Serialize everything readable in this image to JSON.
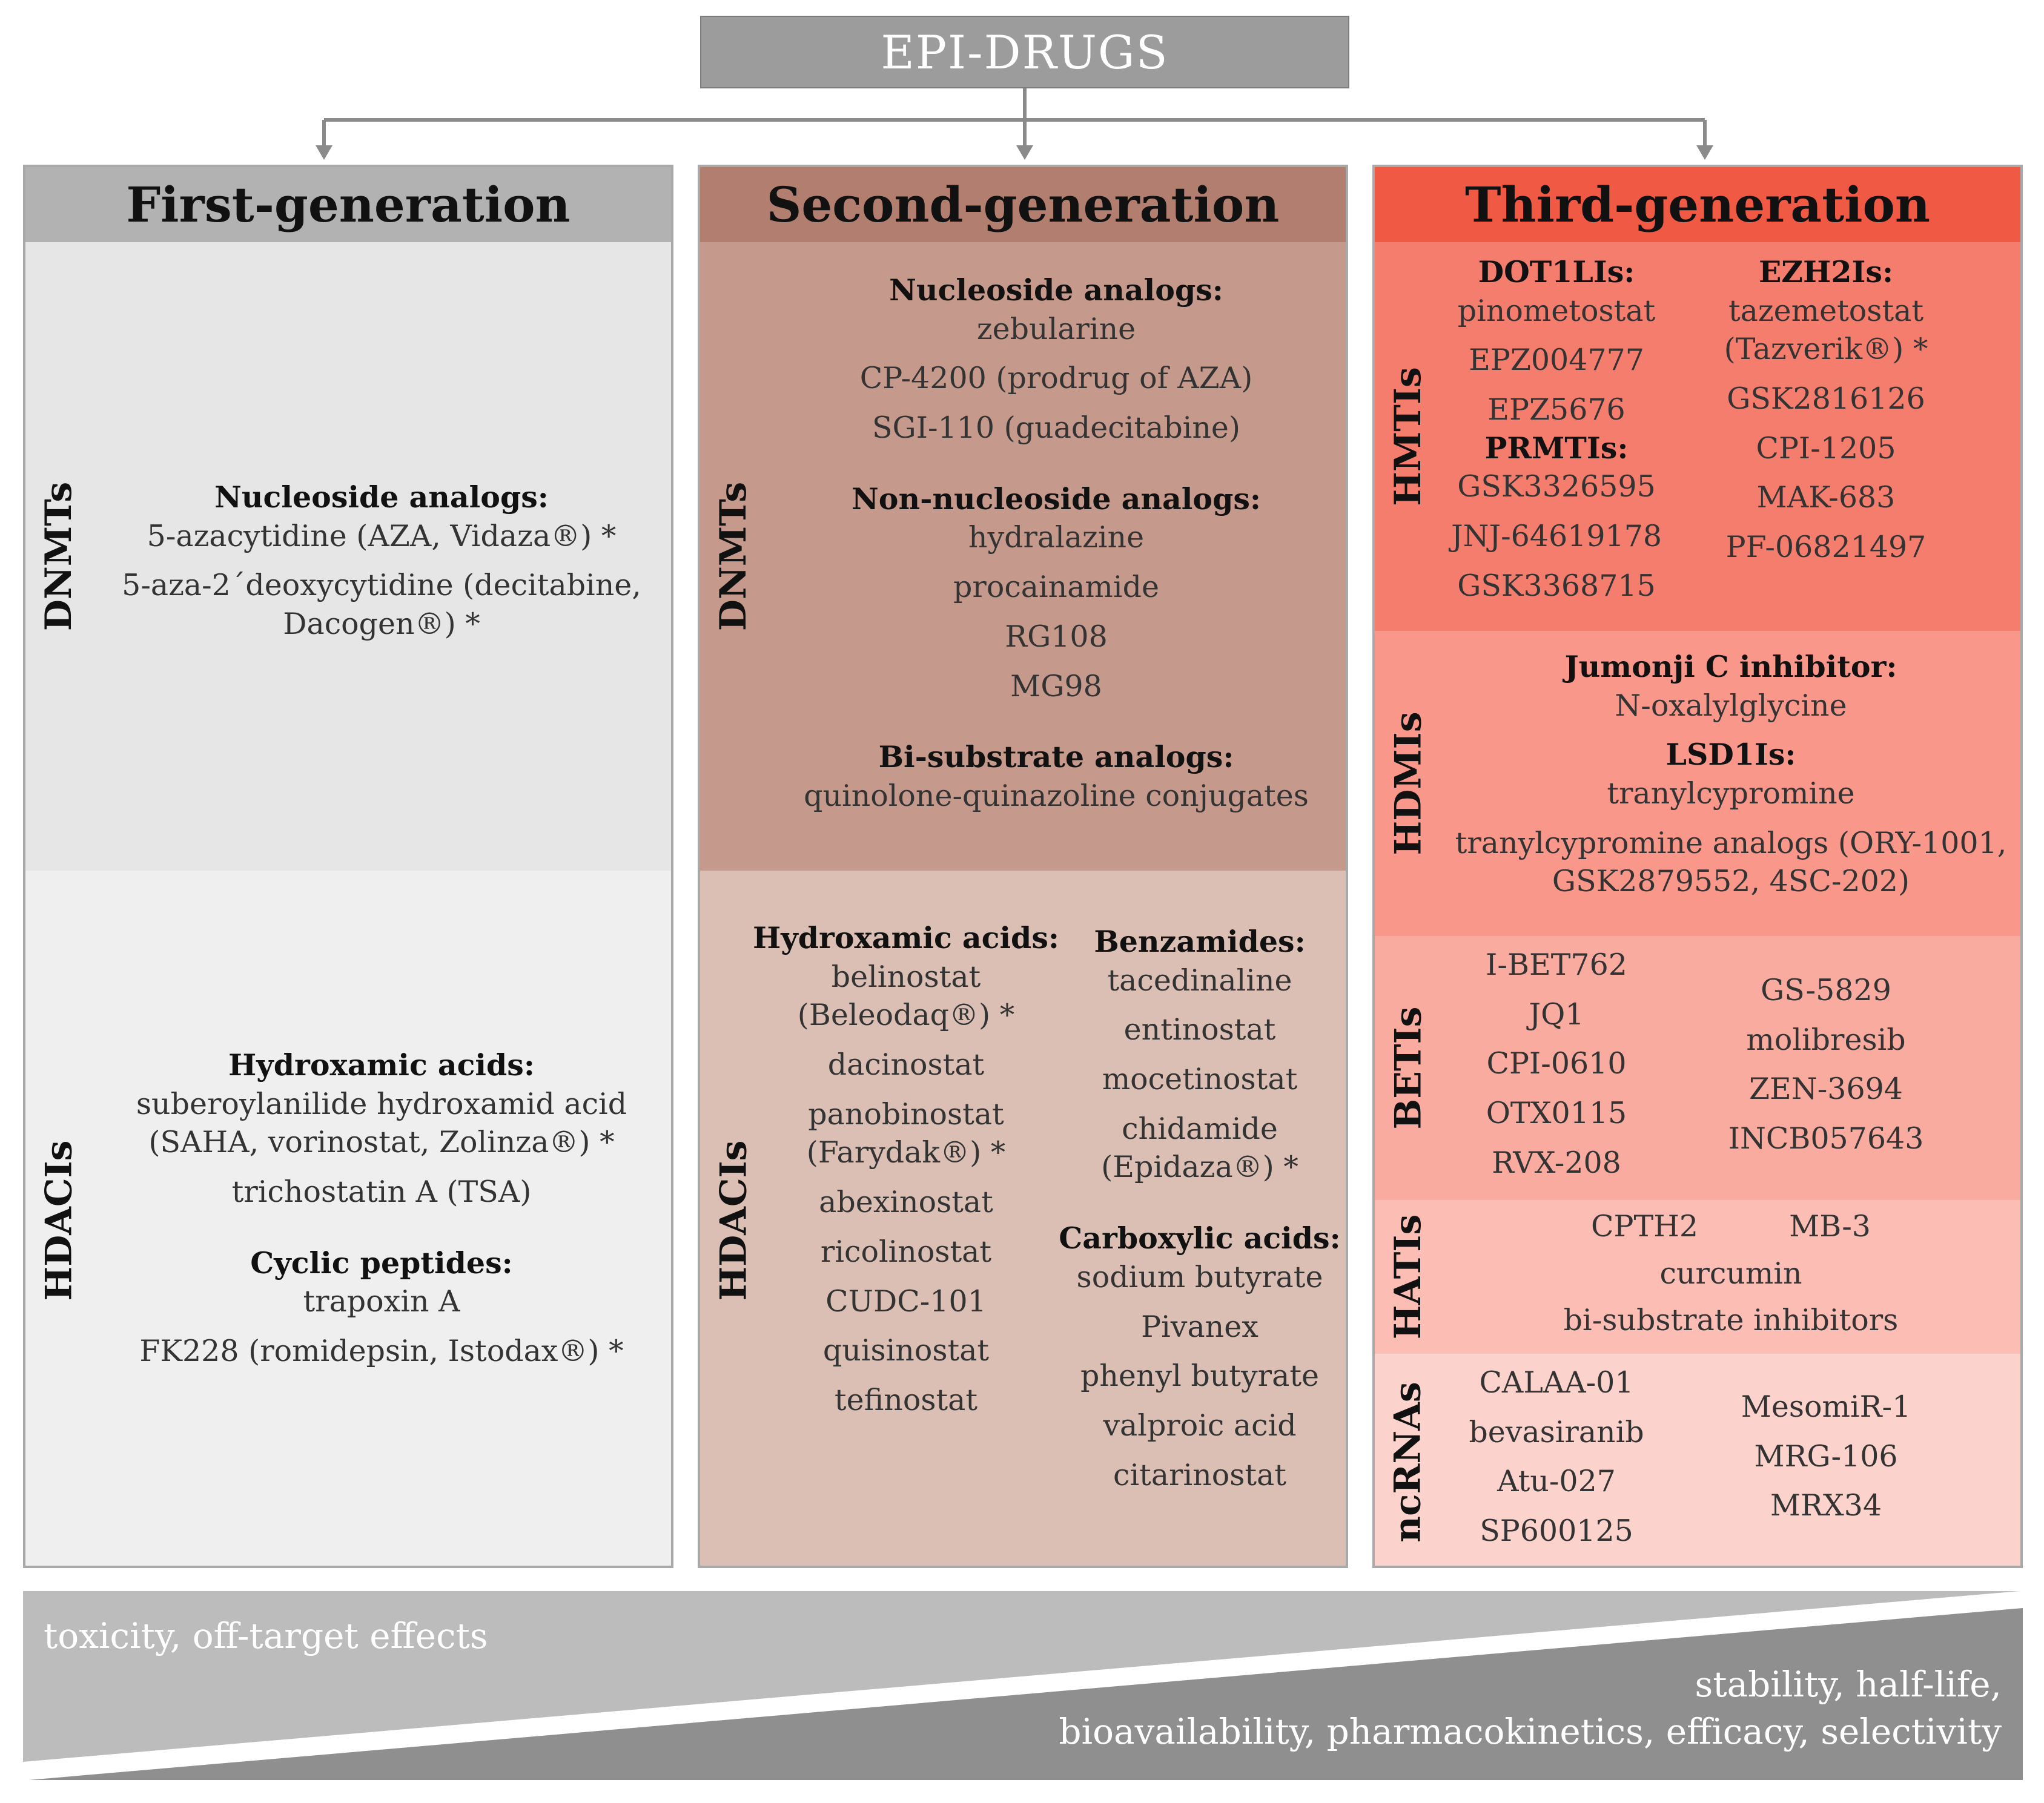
{
  "title": "EPI-DRUGS",
  "generations": {
    "first": {
      "title": "First-generation",
      "dnmt": {
        "label": "DNMTs",
        "lines": [
          {
            "t": "Nucleoside analogs:",
            "b": 1
          },
          {
            "t": "5-azacytidine (AZA, Vidaza®) *"
          },
          {
            "gap": 1
          },
          {
            "t": "5-aza-2´deoxycytidine (decitabine,"
          },
          {
            "t": "Dacogen®) *"
          }
        ]
      },
      "hdac": {
        "label": "HDACIs",
        "lines": [
          {
            "t": "Hydroxamic acids:",
            "b": 1
          },
          {
            "t": "suberoylanilide hydroxamid acid"
          },
          {
            "t": "(SAHA, vorinostat, Zolinza®) *"
          },
          {
            "gap": 1
          },
          {
            "t": "trichostatin A (TSA)"
          },
          {
            "gap": 2
          },
          {
            "t": "Cyclic peptides:",
            "b": 1
          },
          {
            "t": "trapoxin A"
          },
          {
            "gap": 1
          },
          {
            "t": "FK228 (romidepsin, Istodax®) *"
          }
        ]
      }
    },
    "second": {
      "title": "Second-generation",
      "dnmt": {
        "label": "DNMTs",
        "lines": [
          {
            "t": "Nucleoside analogs:",
            "b": 1
          },
          {
            "t": "zebularine"
          },
          {
            "gap": 1
          },
          {
            "t": "CP-4200 (prodrug of AZA)"
          },
          {
            "gap": 1
          },
          {
            "t": "SGI-110 (guadecitabine)"
          },
          {
            "gap": 2
          },
          {
            "t": "Non-nucleoside analogs:",
            "b": 1
          },
          {
            "t": "hydralazine"
          },
          {
            "gap": 1
          },
          {
            "t": "procainamide"
          },
          {
            "gap": 1
          },
          {
            "t": "RG108"
          },
          {
            "gap": 1
          },
          {
            "t": "MG98"
          },
          {
            "gap": 2
          },
          {
            "t": "Bi-substrate analogs:",
            "b": 1
          },
          {
            "t": "quinolone-quinazoline conjugates"
          }
        ]
      },
      "hdac": {
        "label": "HDACIs",
        "left": [
          {
            "t": "Hydroxamic acids:",
            "b": 1
          },
          {
            "t": "belinostat"
          },
          {
            "t": "(Beleodaq®) *"
          },
          {
            "gap": 1
          },
          {
            "t": "dacinostat"
          },
          {
            "gap": 1
          },
          {
            "t": "panobinostat"
          },
          {
            "t": "(Farydak®) *"
          },
          {
            "gap": 1
          },
          {
            "t": "abexinostat"
          },
          {
            "gap": 1
          },
          {
            "t": "ricolinostat"
          },
          {
            "gap": 1
          },
          {
            "t": "CUDC-101"
          },
          {
            "gap": 1
          },
          {
            "t": "quisinostat"
          },
          {
            "gap": 1
          },
          {
            "t": "tefinostat"
          }
        ],
        "right": [
          {
            "t": "Benzamides:",
            "b": 1
          },
          {
            "t": "tacedinaline"
          },
          {
            "gap": 1
          },
          {
            "t": "entinostat"
          },
          {
            "gap": 1
          },
          {
            "t": "mocetinostat"
          },
          {
            "gap": 1
          },
          {
            "t": "chidamide"
          },
          {
            "t": "(Epidaza®) *"
          },
          {
            "gap": 2
          },
          {
            "t": "Carboxylic acids:",
            "b": 1
          },
          {
            "t": "sodium butyrate"
          },
          {
            "gap": 1
          },
          {
            "t": "Pivanex"
          },
          {
            "gap": 1
          },
          {
            "t": "phenyl butyrate"
          },
          {
            "gap": 1
          },
          {
            "t": "valproic acid"
          },
          {
            "gap": 1
          },
          {
            "t": "citarinostat"
          }
        ]
      }
    },
    "third": {
      "title": "Third-generation",
      "hmt": {
        "label": "HMTIs",
        "left": [
          {
            "t": "DOT1LIs:",
            "b": 1
          },
          {
            "t": "pinometostat"
          },
          {
            "gap": 1
          },
          {
            "t": "EPZ004777"
          },
          {
            "gap": 1
          },
          {
            "t": "EPZ5676"
          },
          {
            "t": "PRMTIs:",
            "b": 1
          },
          {
            "t": "GSK3326595"
          },
          {
            "gap": 1
          },
          {
            "t": "JNJ-64619178"
          },
          {
            "gap": 1
          },
          {
            "t": "GSK3368715"
          }
        ],
        "right": [
          {
            "t": "EZH2Is:",
            "b": 1
          },
          {
            "t": "tazemetostat"
          },
          {
            "t": "(Tazverik®) *"
          },
          {
            "gap": 1
          },
          {
            "t": "GSK2816126"
          },
          {
            "gap": 1
          },
          {
            "t": "CPI-1205"
          },
          {
            "gap": 1
          },
          {
            "t": "MAK-683"
          },
          {
            "gap": 1
          },
          {
            "t": "PF-06821497"
          }
        ]
      },
      "hdm": {
        "label": "HDMIs",
        "lines": [
          {
            "t": "Jumonji C inhibitor:",
            "b": 1
          },
          {
            "t": "N-oxalylglycine"
          },
          {
            "gap": 1
          },
          {
            "t": "LSD1Is:",
            "b": 1
          },
          {
            "t": "tranylcypromine"
          },
          {
            "gap": 1
          },
          {
            "t": "tranylcypromine analogs (ORY-1001,"
          },
          {
            "t": "GSK2879552, 4SC-202)"
          }
        ]
      },
      "bet": {
        "label": "BETIs",
        "left": [
          {
            "t": "I-BET762"
          },
          {
            "gap": 1
          },
          {
            "t": "JQ1"
          },
          {
            "gap": 1
          },
          {
            "t": "CPI-0610"
          },
          {
            "gap": 1
          },
          {
            "t": "OTX0115"
          },
          {
            "gap": 1
          },
          {
            "t": "RVX-208"
          }
        ],
        "right": [
          {
            "t": "GS-5829"
          },
          {
            "gap": 1
          },
          {
            "t": "molibresib"
          },
          {
            "gap": 1
          },
          {
            "t": "ZEN-3694"
          },
          {
            "gap": 1
          },
          {
            "t": "INCB057643"
          }
        ]
      },
      "hat": {
        "label": "HATIs",
        "row1a": "CPTH2",
        "row1b": "MB-3",
        "row2": "curcumin",
        "row3": "bi-substrate inhibitors"
      },
      "ncrna": {
        "label": "ncRNAs",
        "left": [
          {
            "t": "CALAA-01"
          },
          {
            "gap": 1
          },
          {
            "t": "bevasiranib"
          },
          {
            "gap": 1
          },
          {
            "t": "Atu-027"
          },
          {
            "gap": 1
          },
          {
            "t": "SP600125"
          }
        ],
        "right": [
          {
            "t": "MesomiR-1"
          },
          {
            "gap": 1
          },
          {
            "t": "MRG-106"
          },
          {
            "gap": 1
          },
          {
            "t": "MRX34"
          }
        ]
      }
    }
  },
  "gradient": {
    "decreasing": "toxicity, off-target effects",
    "increasing_line1": "stability, half-life,",
    "increasing_line2": "bioavailability, pharmacokinetics, efficacy, selectivity"
  },
  "colors": {
    "title_box": "#9d9c9c",
    "first_header": "#b3b2b2",
    "first_dnmt": "#e6e6e6",
    "first_hdac": "#efefef",
    "second_header": "#b27e70",
    "second_dnmt": "#c5998b",
    "second_hdac": "#dbbfb4",
    "third_header": "#f05a45",
    "third_hmt": "#f57d6d",
    "third_hdm": "#f8978a",
    "third_bet": "#faaba0",
    "third_hat": "#fbbdb4",
    "third_ncrna": "#fcd2cc",
    "triangle_light": "#bcbcbc",
    "triangle_dark": "#8f8f8f"
  }
}
